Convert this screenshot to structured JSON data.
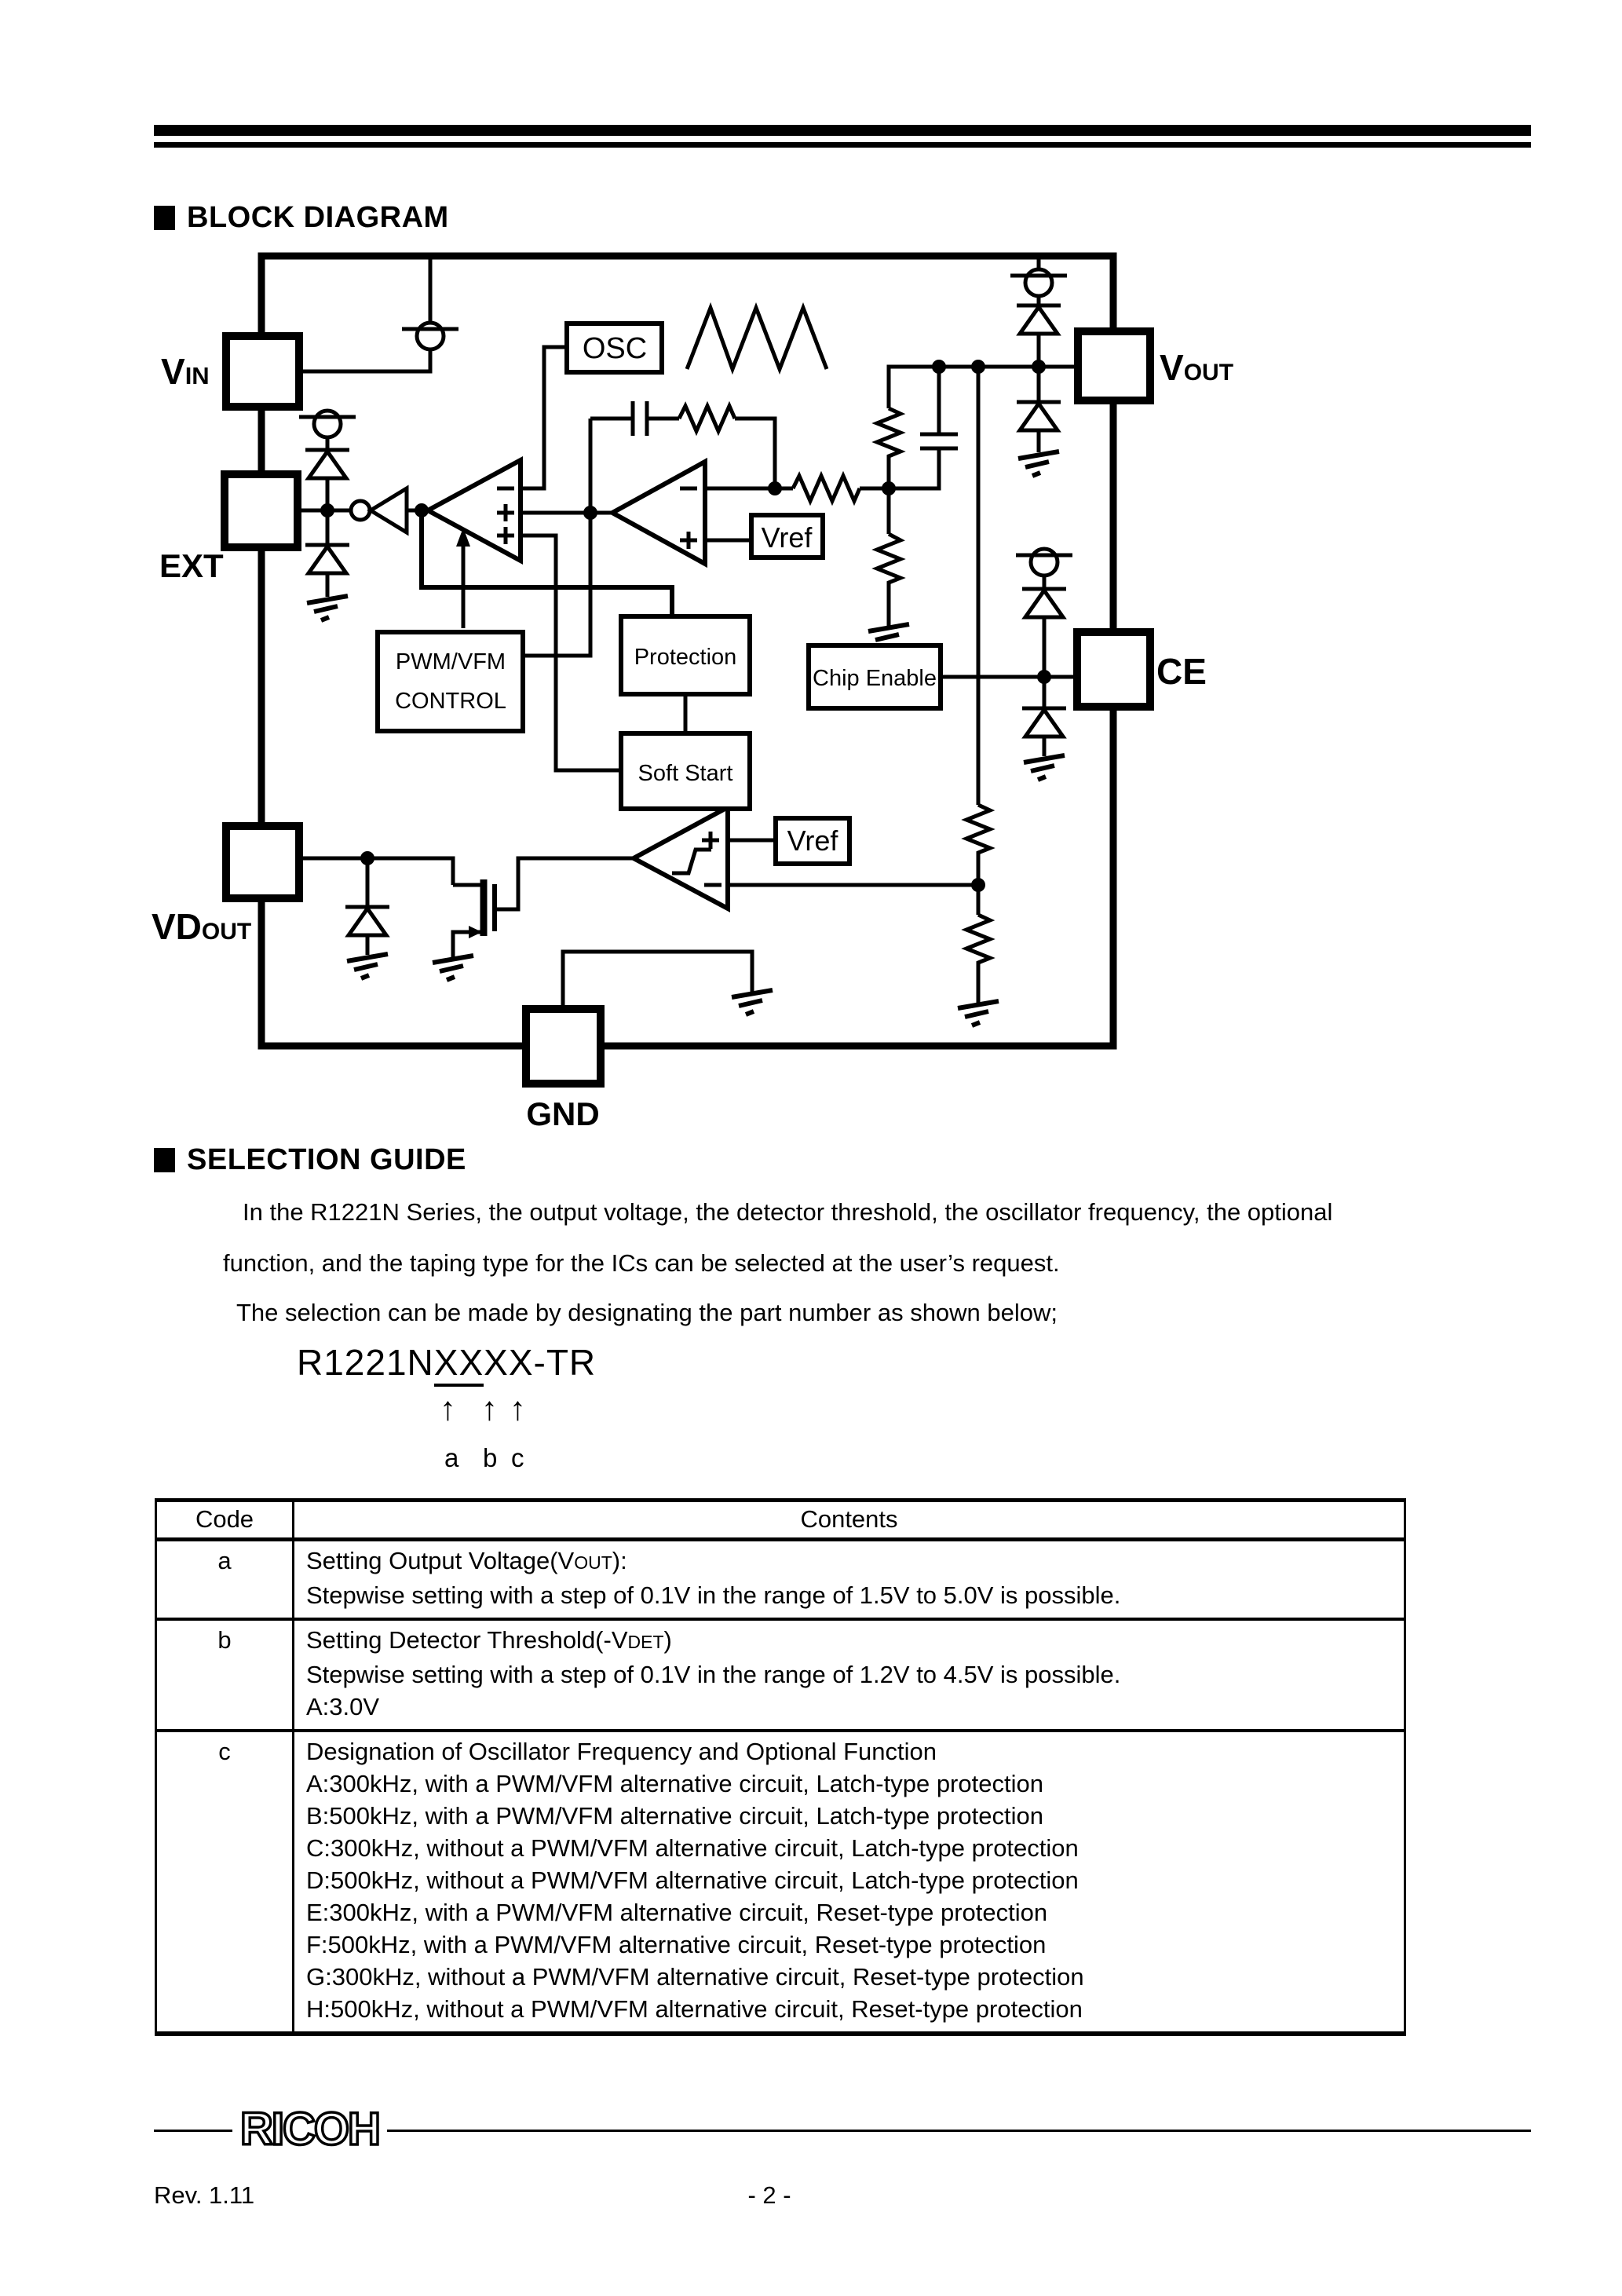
{
  "headings": {
    "block_diagram": "BLOCK DIAGRAM",
    "selection_guide": "SELECTION GUIDE"
  },
  "diagram": {
    "pads": {
      "vin_main": "V",
      "vin_sub": "IN",
      "ext": "EXT",
      "vdout_main": "VD",
      "vdout_sub": "OUT",
      "gnd": "GND",
      "vout_main": "V",
      "vout_sub": "OUT",
      "ce": "CE"
    },
    "blocks": {
      "osc": "OSC",
      "vref_top": "Vref",
      "vref_bottom": "Vref",
      "pwm_line1": "PWM/VFM",
      "pwm_line2": "CONTROL",
      "protection": "Protection",
      "soft_start": "Soft Start",
      "chip_enable": "Chip Enable"
    }
  },
  "selection_guide": {
    "paragraph": [
      "In the R1221N Series, the output voltage, the detector threshold, the oscillator frequency, the optional",
      "function, and the taping type for the ICs can be selected at the user’s request.",
      "The selection can be made by designating the part number as shown below;"
    ],
    "part_number": {
      "prefix": "R1221N",
      "underlined": "XX",
      "suffix": "XX-TR"
    },
    "arrow_glyph": "↑",
    "code_labels": [
      "a",
      "b",
      "c"
    ]
  },
  "table": {
    "headers": [
      "Code",
      "Contents"
    ],
    "rows": [
      {
        "code": "a",
        "title_parts": [
          "Setting Output Voltage(V",
          "OUT",
          "):"
        ],
        "lines": [
          "Stepwise setting with a step of 0.1V in the range of 1.5V to 5.0V is possible."
        ]
      },
      {
        "code": "b",
        "title_parts": [
          "Setting Detector Threshold(-V",
          "DET",
          ")"
        ],
        "lines": [
          "Stepwise setting with a step of 0.1V in the range of 1.2V to 4.5V is possible.",
          "A:3.0V"
        ]
      },
      {
        "code": "c",
        "title_parts": [
          "Designation of Oscillator Frequency and Optional Function",
          "",
          ""
        ],
        "lines": [
          "A:300kHz, with a PWM/VFM alternative circuit, Latch-type protection",
          "B:500kHz, with a PWM/VFM alternative circuit, Latch-type protection",
          "C:300kHz, without a PWM/VFM alternative circuit, Latch-type protection",
          "D:500kHz, without a PWM/VFM alternative circuit, Latch-type protection",
          "E:300kHz, with a PWM/VFM alternative circuit, Reset-type protection",
          "F:500kHz, with a PWM/VFM alternative circuit, Reset-type protection",
          "G:300kHz, without a PWM/VFM alternative circuit, Reset-type protection",
          "H:500kHz, without a PWM/VFM alternative circuit, Reset-type protection"
        ]
      }
    ]
  },
  "footer": {
    "logo": "RICOH",
    "revision": "Rev. 1.11",
    "page_number": "- 2 -"
  }
}
